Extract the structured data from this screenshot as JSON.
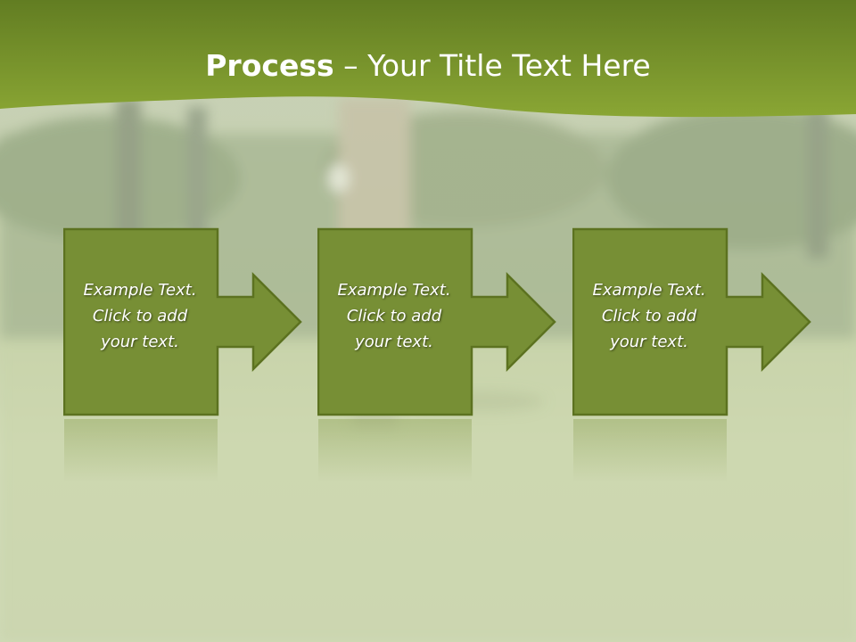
{
  "title": {
    "strong": "Process",
    "rest": " – Your Title Text Here"
  },
  "steps": [
    {
      "lines": [
        "Example Text.",
        "Click  to add",
        "your text."
      ]
    },
    {
      "lines": [
        "Example Text.",
        "Click  to add",
        "your text."
      ]
    },
    {
      "lines": [
        "Example Text.",
        "Click  to add",
        "your text."
      ]
    }
  ],
  "colors": {
    "header_green": "#7e9a2c",
    "box_fill": "#778f35",
    "box_border": "#5c7220",
    "text": "#ffffff"
  }
}
